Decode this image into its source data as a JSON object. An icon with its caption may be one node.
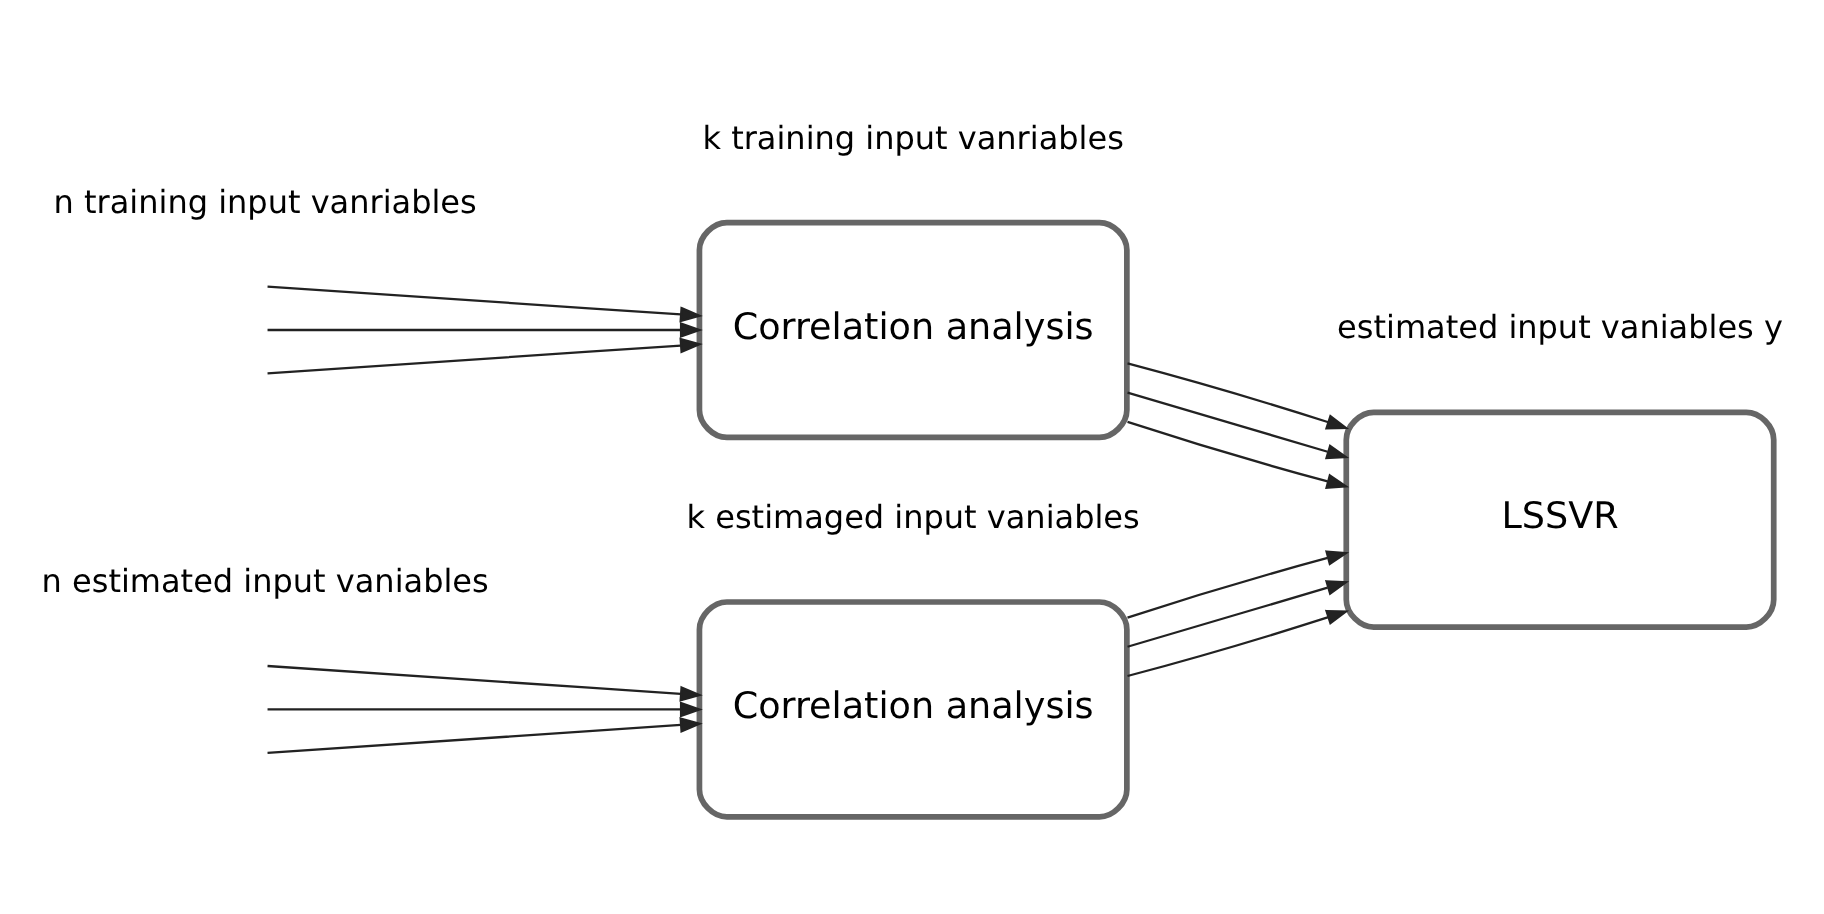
{
  "diagram": {
    "nodes": [
      {
        "text": [
          "Correlation analysis"
        ]
      },
      {
        "text": [
          "LSSVR"
        ]
      },
      {
        "text": [
          "Correlation analysis"
        ]
      }
    ],
    "edges": [
      {
        "from": null,
        "to": 0,
        "arrow": "to"
      },
      {
        "from": null,
        "to": 0,
        "arrow": "to"
      },
      {
        "from": null,
        "to": 0,
        "arrow": "to"
      },
      {
        "from": 0,
        "to": 1,
        "arrow": "to"
      },
      {
        "from": 0,
        "to": 1,
        "arrow": "to"
      },
      {
        "from": 0,
        "to": 1,
        "arrow": "to"
      },
      {
        "from": null,
        "to": 2,
        "arrow": "to"
      },
      {
        "from": null,
        "to": 2,
        "arrow": "to"
      },
      {
        "from": null,
        "to": 2,
        "arrow": "to"
      },
      {
        "from": 2,
        "to": 1,
        "arrow": "to"
      },
      {
        "from": 2,
        "to": 1,
        "arrow": "to"
      },
      {
        "from": 2,
        "to": 1,
        "arrow": "to"
      }
    ],
    "labels": [
      "n estimated input vaniables",
      "k estimaged input vaniables",
      "estimated input vaniables y",
      "n training input vanriables",
      "k training input vanriables"
    ]
  }
}
